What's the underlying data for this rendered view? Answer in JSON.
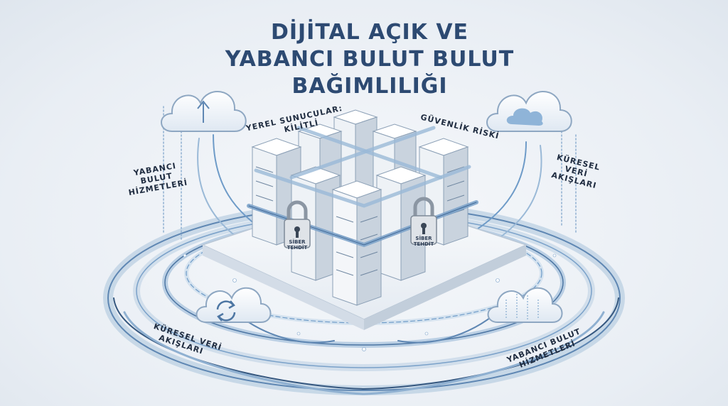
{
  "title": {
    "line1": "DİJİTAL AÇIK VE",
    "line2": "YABANCI BULUT BULUT",
    "line3": "BAĞIMLILIĞI"
  },
  "labels": {
    "local_servers_l1": "YEREL SUNUCULAR:",
    "local_servers_l2": "KİLİTLİ",
    "security_risk": "GÜVENLİK RİSKİ",
    "foreign_cloud_left_l1": "YABANCI",
    "foreign_cloud_left_l2": "BULUT",
    "foreign_cloud_left_l3": "HİZMETLERİ",
    "global_flows_right_l1": "KÜRESEL",
    "global_flows_right_l2": "VERİ",
    "global_flows_right_l3": "AKIŞLARI",
    "global_flows_bottom_l1": "KÜRESEL VERİ",
    "global_flows_bottom_l2": "AKIŞLARI",
    "foreign_cloud_bottom_l1": "YABANCI BULUT",
    "foreign_cloud_bottom_l2": "HİZMETLERİ",
    "lock_left_l1": "SİBER",
    "lock_left_l2": "TEHDİT",
    "lock_right_l1": "SİBER",
    "lock_right_l2": "TEHDİT"
  },
  "icons": [
    "cloud-icon",
    "padlock-icon",
    "server-rack-icon",
    "sync-arrows-icon"
  ],
  "colors": {
    "title": "#2d4a72",
    "accent": "#6e9bc8",
    "rack": "#f4f6f9",
    "rack_side": "#c9d3de"
  }
}
